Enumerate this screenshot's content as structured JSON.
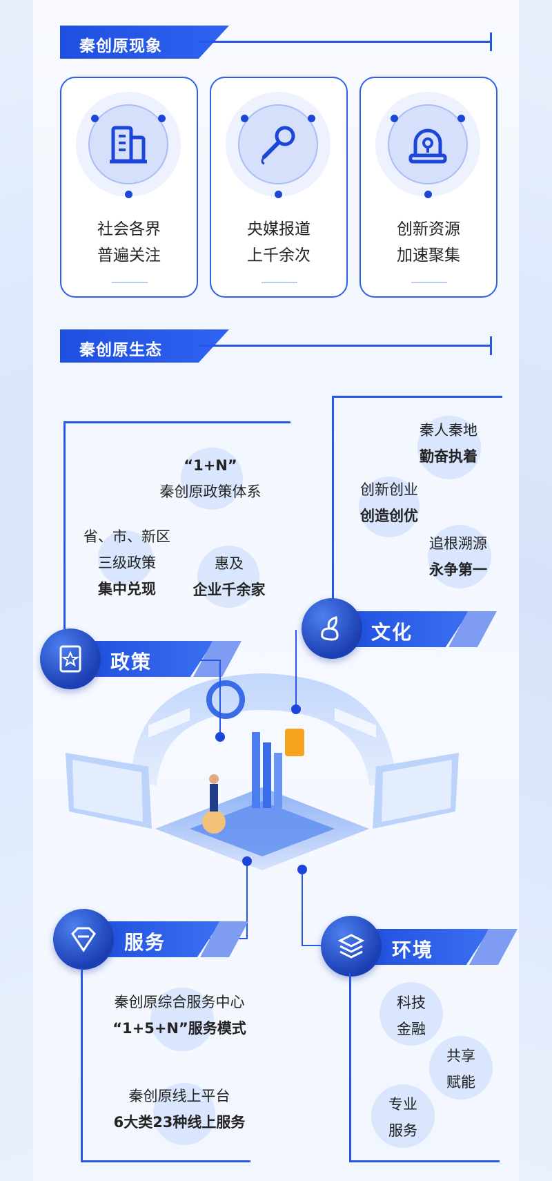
{
  "section1": {
    "title": "秦创原现象",
    "cards": [
      {
        "icon": "building-icon",
        "line1": "社会各界",
        "line2": "普遍关注"
      },
      {
        "icon": "microphone-icon",
        "line1": "央媒报道",
        "line2": "上千余次"
      },
      {
        "icon": "alarm-light-icon",
        "line1": "创新资源",
        "line2": "加速聚集"
      }
    ]
  },
  "section2": {
    "title": "秦创原生态",
    "policy": {
      "label": "政策",
      "icon": "book-star-icon",
      "items": [
        {
          "line1": "“1+N”",
          "line2": "秦创原政策体系"
        },
        {
          "line1": "省、市、新区",
          "line2": "三级政策",
          "line3": "集中兑现"
        },
        {
          "line1": "惠及",
          "line2": "企业千余家"
        }
      ]
    },
    "culture": {
      "label": "文化",
      "icon": "leaf-hand-icon",
      "items": [
        {
          "line1": "秦人秦地",
          "line2": "勤奋执着"
        },
        {
          "line1": "创新创业",
          "line2": "创造创优"
        },
        {
          "line1": "追根溯源",
          "line2": "永争第一"
        }
      ]
    },
    "service": {
      "label": "服务",
      "icon": "diamond-icon",
      "items": [
        {
          "line1": "秦创原综合服务中心",
          "line2": "“1+5+N”服务模式"
        },
        {
          "line1": "秦创原线上平台",
          "line2": "6大类23种线上服务"
        }
      ]
    },
    "environment": {
      "label": "环境",
      "icon": "layers-icon",
      "items": [
        {
          "line1": "科技",
          "line2": "金融"
        },
        {
          "line1": "共享",
          "line2": "赋能"
        },
        {
          "line1": "专业",
          "line2": "服务"
        }
      ]
    }
  },
  "colors": {
    "primary": "#2558e6",
    "dark": "#1c46d8",
    "light": "#d6e0fb"
  }
}
